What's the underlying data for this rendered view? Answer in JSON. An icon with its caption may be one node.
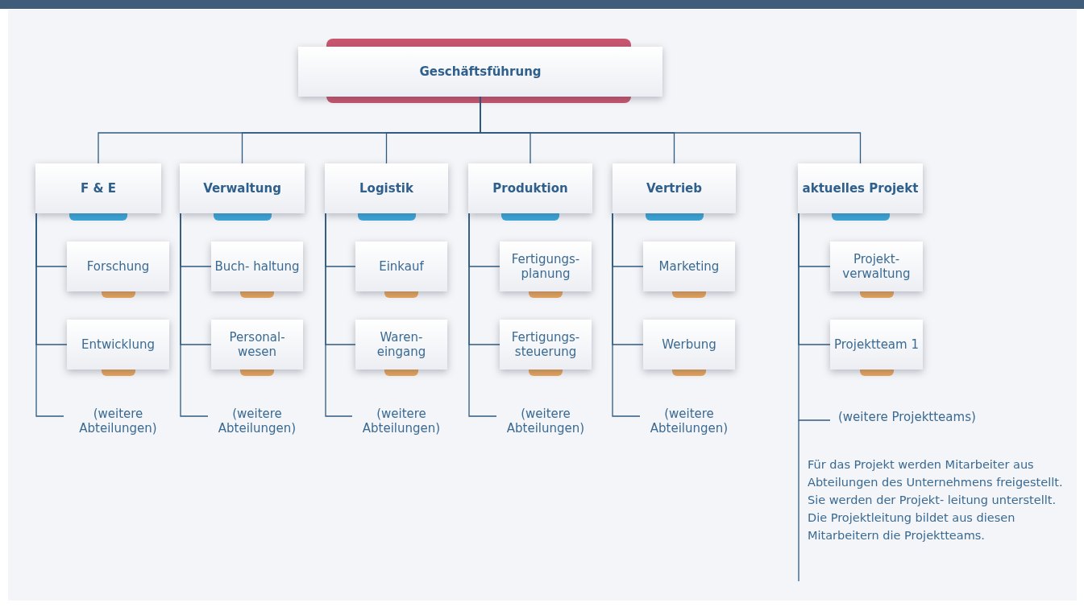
{
  "diagram": {
    "nodes": [
      {
        "text": [
          "Geschäftsführung"
        ]
      },
      {
        "text": [
          "F & E"
        ]
      },
      {
        "text": [
          "Forschung"
        ]
      },
      {
        "text": [
          "Entwicklung"
        ]
      },
      {
        "text": [
          "(weitere Abteilungen)"
        ]
      },
      {
        "text": [
          "Verwaltung"
        ]
      },
      {
        "text": [
          "Buch- haltung"
        ]
      },
      {
        "text": [
          "Personal- wesen"
        ]
      },
      {
        "text": [
          "(weitere Abteilungen)"
        ]
      },
      {
        "text": [
          "Logistik"
        ]
      },
      {
        "text": [
          "Einkauf"
        ]
      },
      {
        "text": [
          "Waren- eingang"
        ]
      },
      {
        "text": [
          "(weitere Abteilungen)"
        ]
      },
      {
        "text": [
          "Produktion"
        ]
      },
      {
        "text": [
          "Fertigungs- planung"
        ]
      },
      {
        "text": [
          "Fertigungs- steuerung"
        ]
      },
      {
        "text": [
          "(weitere Abteilungen)"
        ]
      },
      {
        "text": [
          "Vertrieb"
        ]
      },
      {
        "text": [
          "Marketing"
        ]
      },
      {
        "text": [
          "Werbung"
        ]
      },
      {
        "text": [
          "(weitere Abteilungen)"
        ]
      },
      {
        "text": [
          "aktuelles Projekt"
        ]
      },
      {
        "text": [
          "Projekt- verwaltung"
        ]
      },
      {
        "text": [
          "Projektteam 1"
        ]
      },
      {
        "text": [
          "(weitere Projektteams)"
        ]
      }
    ],
    "edges": [
      {
        "from": 0,
        "to": 1,
        "arrow": "none"
      },
      {
        "from": 0,
        "to": 5,
        "arrow": "none"
      },
      {
        "from": 0,
        "to": 9,
        "arrow": "none"
      },
      {
        "from": 0,
        "to": 13,
        "arrow": "none"
      },
      {
        "from": 0,
        "to": 17,
        "arrow": "none"
      },
      {
        "from": 0,
        "to": 21,
        "arrow": "none"
      },
      {
        "from": 1,
        "to": 2,
        "arrow": "none"
      },
      {
        "from": 1,
        "to": 3,
        "arrow": "none"
      },
      {
        "from": 1,
        "to": 4,
        "arrow": "none"
      },
      {
        "from": 5,
        "to": 6,
        "arrow": "none"
      },
      {
        "from": 5,
        "to": 7,
        "arrow": "none"
      },
      {
        "from": 5,
        "to": 8,
        "arrow": "none"
      },
      {
        "from": 9,
        "to": 10,
        "arrow": "none"
      },
      {
        "from": 9,
        "to": 11,
        "arrow": "none"
      },
      {
        "from": 9,
        "to": 12,
        "arrow": "none"
      },
      {
        "from": 13,
        "to": 14,
        "arrow": "none"
      },
      {
        "from": 13,
        "to": 15,
        "arrow": "none"
      },
      {
        "from": 13,
        "to": 16,
        "arrow": "none"
      },
      {
        "from": 17,
        "to": 18,
        "arrow": "none"
      },
      {
        "from": 17,
        "to": 19,
        "arrow": "none"
      },
      {
        "from": 17,
        "to": 20,
        "arrow": "none"
      },
      {
        "from": 21,
        "to": 22,
        "arrow": "none"
      },
      {
        "from": 21,
        "to": 23,
        "arrow": "none"
      },
      {
        "from": 21,
        "to": 24,
        "arrow": "none"
      }
    ],
    "labels": [
      "Für das Projekt werden Mitarbeiter aus Abteilungen des Unternehmens freigestellt. Sie werden der Projekt- leitung unterstellt. Die Projektleitung bildet aus diesen Mitarbeitern die Projektteams."
    ]
  }
}
